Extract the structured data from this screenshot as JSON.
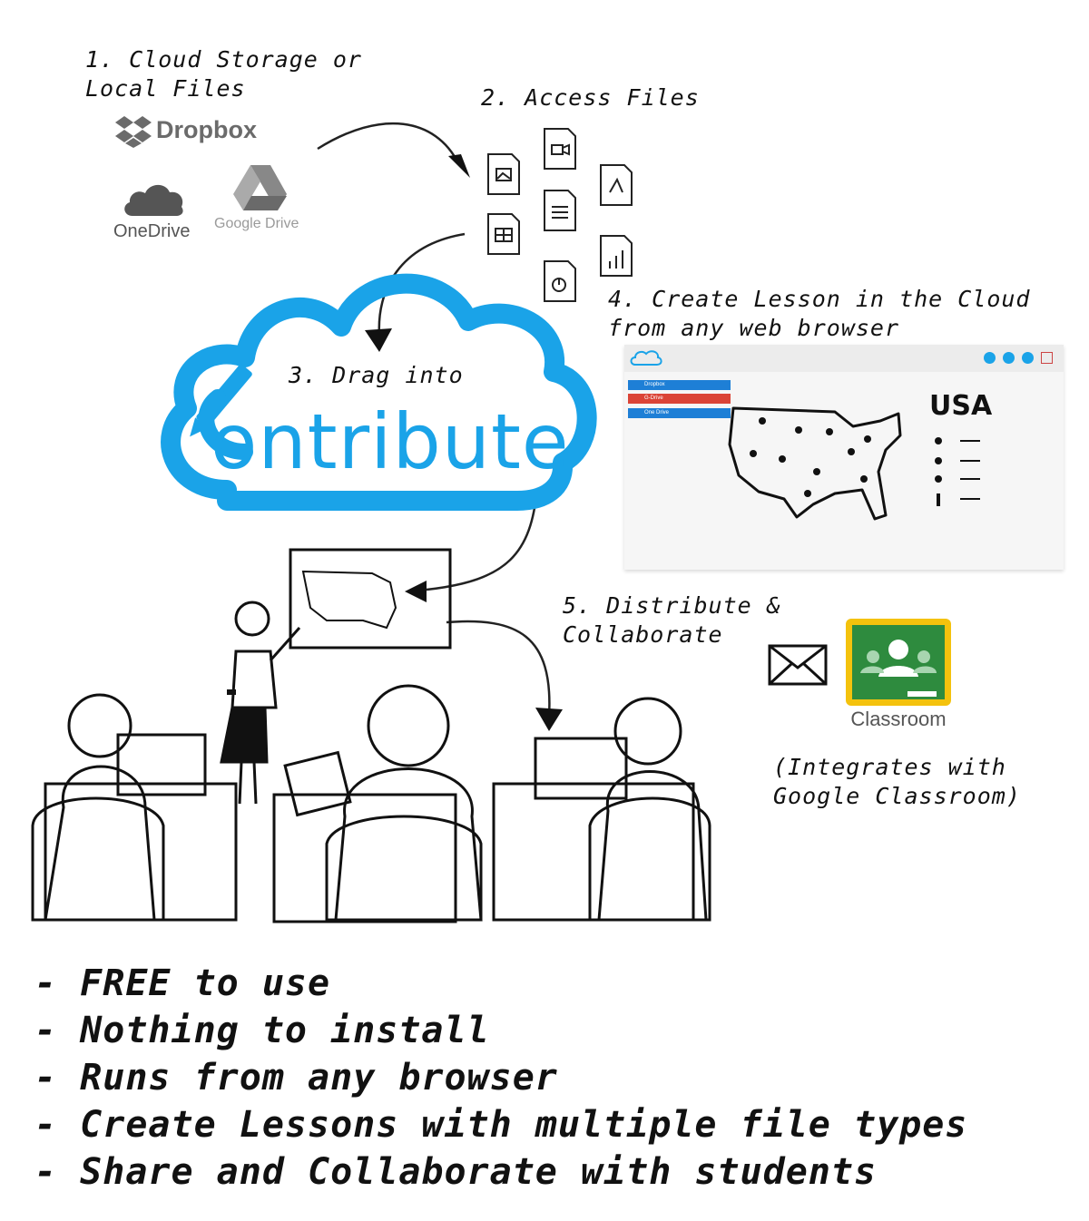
{
  "steps": {
    "s1_line1": "1. Cloud Storage or",
    "s1_line2": "Local Files",
    "s2": "2. Access Files",
    "s3": "3. Drag into",
    "s4_line1": "4. Create Lesson in the Cloud",
    "s4_line2": "from any web browser",
    "s5_line1": "5. Distribute &",
    "s5_line2": "Collaborate"
  },
  "services": {
    "dropbox": "Dropbox",
    "onedrive": "OneDrive",
    "google_drive": "Google Drive",
    "classroom": "Classroom"
  },
  "logo_word": "ontribute",
  "integration_note": {
    "line1": "(Integrates with",
    "line2": "Google Classroom)"
  },
  "screenshot": {
    "buttons": [
      "Dropbox",
      "G-Drive",
      "One Drive"
    ],
    "map_label": "USA"
  },
  "bullets": [
    "- FREE to use",
    "- Nothing to install",
    "- Runs from any browser",
    "- Create Lessons with multiple file types",
    "- Share and Collaborate with students"
  ],
  "colors": {
    "brand_blue": "#1aa3e8",
    "classroom_green": "#2e8b3e",
    "classroom_yellow": "#f4c20d",
    "btn_blue": "#1e7fd6",
    "btn_red": "#db4437"
  },
  "icons": [
    "dropbox-icon",
    "onedrive-icon",
    "google-drive-icon",
    "image-file-icon",
    "video-file-icon",
    "pdf-file-icon",
    "text-file-icon",
    "spreadsheet-file-icon",
    "chart-file-icon",
    "pie-file-icon",
    "envelope-icon",
    "classroom-icon",
    "pencil-icon"
  ]
}
